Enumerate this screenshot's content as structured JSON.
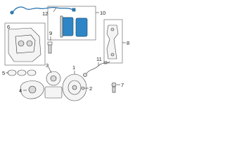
{
  "diagram": {
    "callouts": {
      "c1": "1",
      "c2": "2",
      "c3": "3",
      "c4": "4",
      "c5": "5",
      "c6": "6",
      "c7": "7",
      "c8": "8",
      "c9": "9",
      "c10": "10",
      "c11": "11",
      "c12": "12"
    }
  },
  "colors": {
    "highlight_parts": "#2f86c6",
    "line_art": "#444444",
    "background": "#ffffff"
  }
}
